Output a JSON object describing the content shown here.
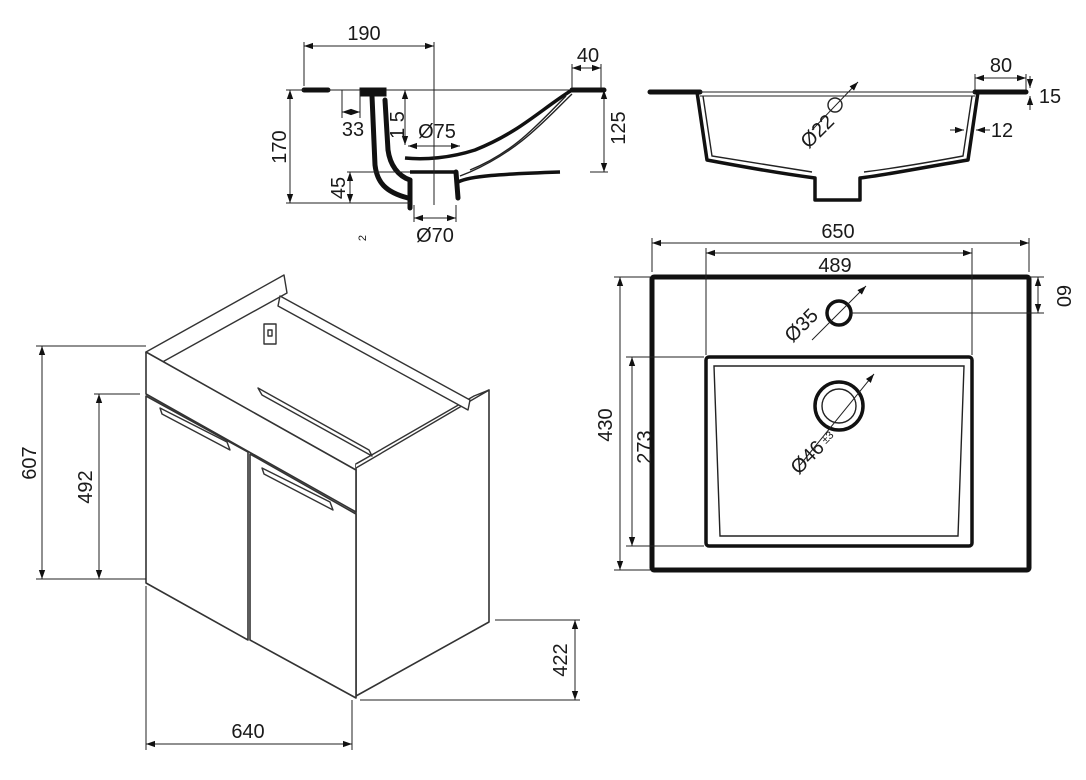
{
  "drawing": {
    "ink_color": "#111111",
    "background": "#ffffff",
    "section_view": {
      "labels": {
        "width_190": "190",
        "overflow_40": "40",
        "height_170": "170",
        "offset_33": "33",
        "depth_125": "125",
        "slot_1_5": "1 5",
        "drain_75": "Ø75",
        "drop_45": "45",
        "drain_70": "Ø70",
        "note_2": "2"
      }
    },
    "front_section_view": {
      "labels": {
        "rim_80": "80",
        "rim_15": "15",
        "tap_22": "Ø22",
        "wall_12": "12"
      }
    },
    "top_view": {
      "labels": {
        "width_650": "650",
        "width_489": "489",
        "offset_60": "60",
        "depth_430": "430",
        "bowl_273": "273",
        "tap_35": "Ø35",
        "drain_46": "Ø46",
        "drain_46_tol": "±3"
      }
    },
    "cabinet_view": {
      "labels": {
        "height_607": "607",
        "height_492": "492",
        "depth_422": "422",
        "width_640": "640"
      }
    }
  }
}
